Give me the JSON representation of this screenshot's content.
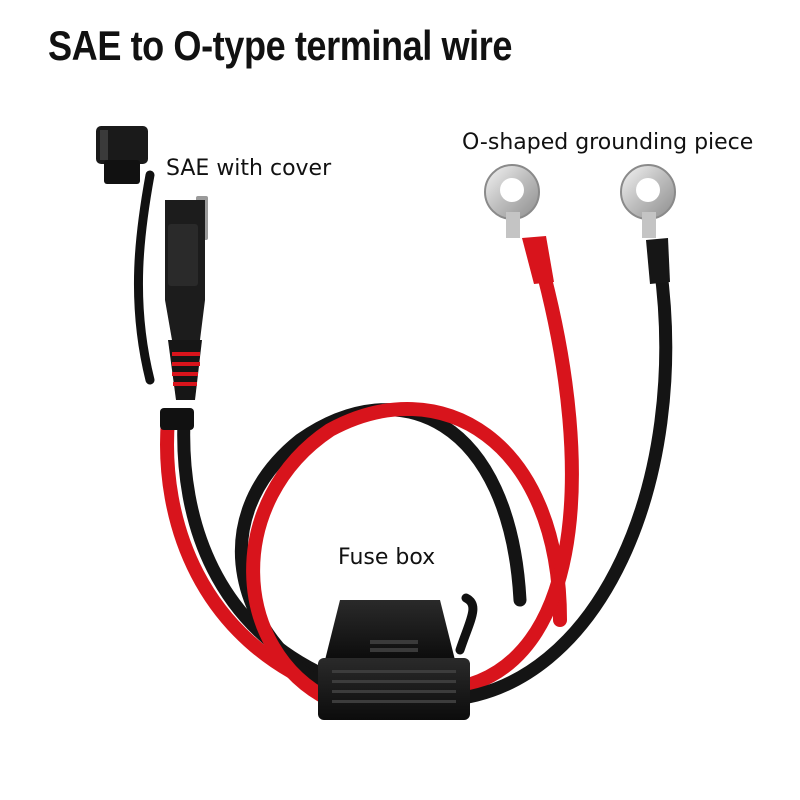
{
  "title": "SAE to O-type terminal wire",
  "labels": {
    "sae": "SAE with cover",
    "ring": "O-shaped grounding piece",
    "fuse": "Fuse box"
  },
  "colors": {
    "red_wire": "#d8141c",
    "black_wire": "#141414",
    "terminal_metal": "#c9c9c9",
    "background": "#ffffff"
  }
}
